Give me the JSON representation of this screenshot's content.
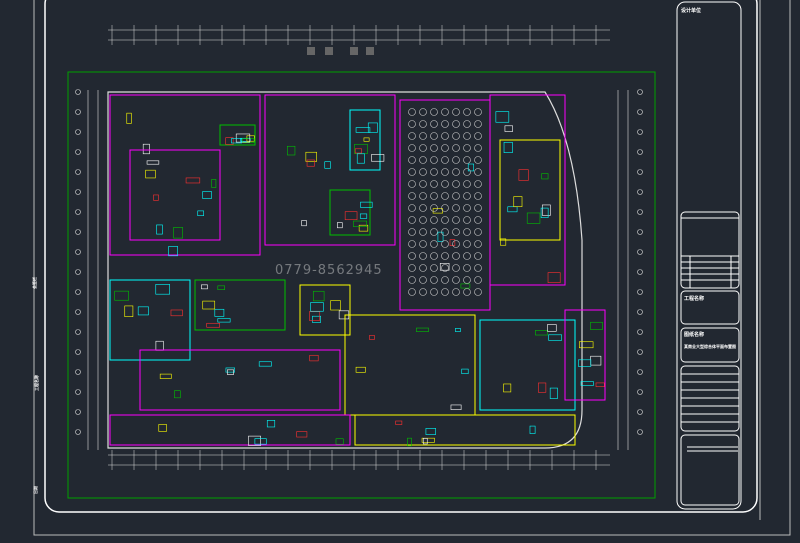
{
  "title_block": {
    "design_unit_label": "设计单位",
    "project_name_label": "工程名称",
    "drawing_name_label": "图纸名称",
    "drawing_name_value": "某商业大型综合体平面布置图"
  },
  "watermark": "0779-8562945",
  "side_labels": [
    "会签栏",
    "工程名称",
    "日期"
  ],
  "colors": {
    "background": "#222831",
    "frame": "#ffffff",
    "grid": "#00c000",
    "walls": "#ff00ff",
    "fixtures": "#00ffff",
    "furniture": "#ffff00"
  }
}
